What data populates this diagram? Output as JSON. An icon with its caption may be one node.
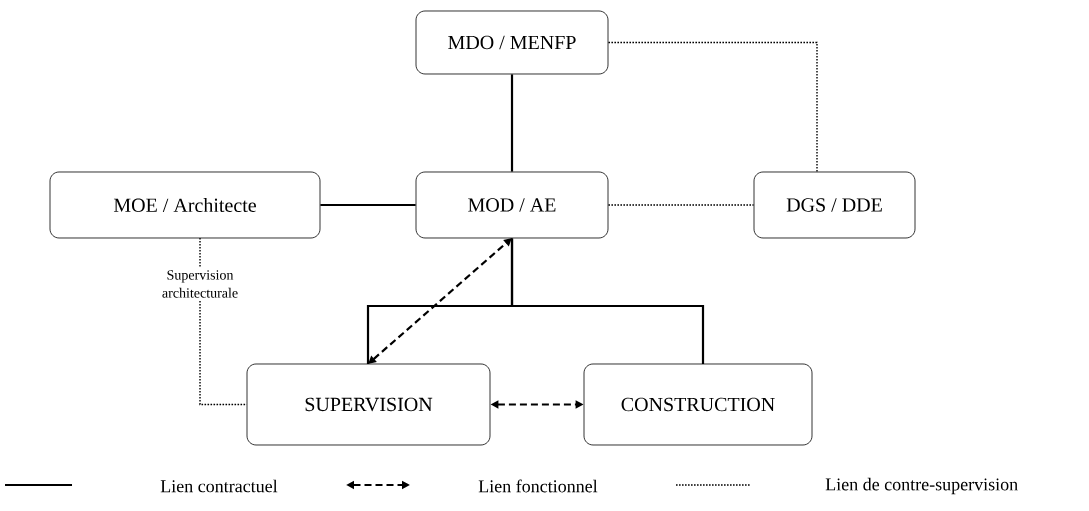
{
  "diagram": {
    "nodes": [
      {
        "text": [
          "MDO / MENFP"
        ]
      },
      {
        "text": [
          "MOE / Architecte"
        ]
      },
      {
        "text": [
          "MOD / AE"
        ]
      },
      {
        "text": [
          "DGS / DDE"
        ]
      },
      {
        "text": [
          "SUPERVISION"
        ]
      },
      {
        "text": [
          "CONSTRUCTION"
        ]
      }
    ],
    "edges": [
      {
        "from": 0,
        "to": 2,
        "arrow": "none"
      },
      {
        "from": 0,
        "to": 3,
        "arrow": "none",
        "style": "dashed"
      },
      {
        "from": 1,
        "to": 2,
        "arrow": "none"
      },
      {
        "from": 2,
        "to": 3,
        "arrow": "none",
        "style": "dashed"
      },
      {
        "from": 2,
        "to": 4,
        "arrow": "none"
      },
      {
        "from": 2,
        "to": 5,
        "arrow": "none"
      },
      {
        "from": 4,
        "to": 2,
        "arrow": "both",
        "style": "dashed"
      },
      {
        "from": 1,
        "to": 4,
        "arrow": "none",
        "style": "dashed",
        "label": "Supervision architecturale"
      },
      {
        "from": 4,
        "to": 5,
        "arrow": "both",
        "style": "dashed"
      }
    ],
    "legend": [
      {
        "text": "Lien contractuel"
      },
      {
        "text": "Lien fonctionnel"
      },
      {
        "text": "Lien de contre-supervision"
      }
    ]
  }
}
